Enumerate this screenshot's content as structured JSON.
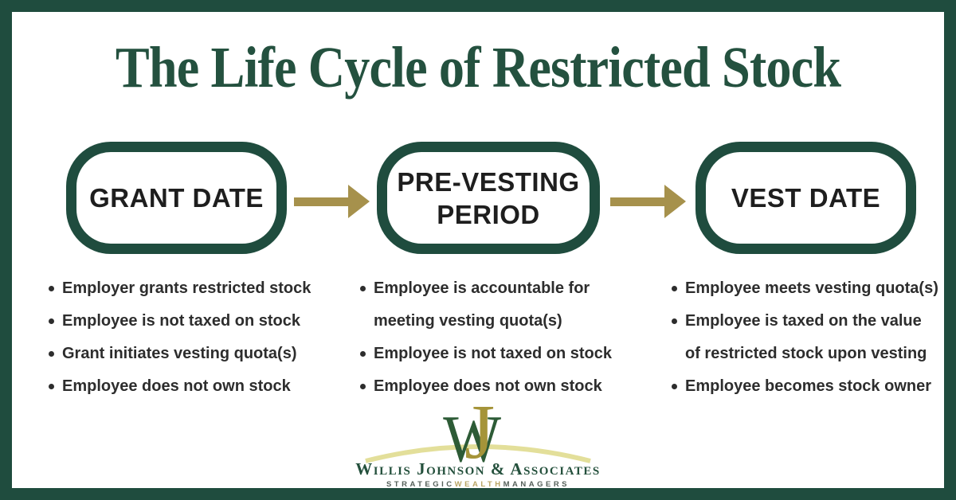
{
  "title": "The Life Cycle of Restricted Stock",
  "colors": {
    "frame_green": "#1f4c3e",
    "title_green": "#24513f",
    "arrow_gold": "#a6914c",
    "bullet_text": "#2d2d2d",
    "logo_w_green": "#2d5b36",
    "logo_j_gold": "#a59439",
    "logo_arc_yellow": "#e3df9a",
    "tagline_gold": "#b9a565",
    "tagline_gray": "#55605a"
  },
  "stages": [
    {
      "label": "GRANT DATE",
      "bullets": [
        "Employer grants restricted stock",
        "Employee is not taxed on stock",
        "Grant initiates vesting quota(s)",
        "Employee does not own stock"
      ]
    },
    {
      "label": "PRE-VESTING\nPERIOD",
      "bullets": [
        "Employee is accountable for\nmeeting vesting quota(s)",
        "Employee is not taxed on stock",
        "Employee does not own stock"
      ]
    },
    {
      "label": "VEST DATE",
      "bullets": [
        "Employee meets vesting quota(s)",
        "Employee is taxed on the value\nof restricted stock upon vesting",
        "Employee becomes stock owner"
      ]
    }
  ],
  "logo": {
    "monogram_w": "W",
    "monogram_j": "J",
    "company_name": "Willis Johnson & Associates",
    "tagline": {
      "part1": "STRATEGIC",
      "part2": "WEALTH",
      "part3": "MANAGERS"
    }
  }
}
